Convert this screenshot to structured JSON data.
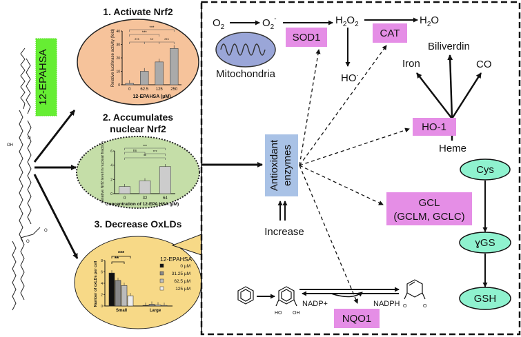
{
  "compound_label": "12-EPAHSA",
  "steps": {
    "step1": "1. Activate Nrf2",
    "step2_line1": "2. Accumulates",
    "step2_line2": "nuclear Nrf2",
    "step3": "3. Decrease OxLDs"
  },
  "chart_data": [
    {
      "type": "bar",
      "ylabel": "Relative luciferase activity (fold)",
      "xlabel": "12-EPAHSA (µM)",
      "categories": [
        "0",
        "62.5",
        "125",
        "250"
      ],
      "values": [
        1,
        10,
        17,
        27
      ],
      "ylim": [
        0,
        40
      ],
      "yticks": [
        "0",
        "10",
        "20",
        "30",
        "40"
      ],
      "significance": [
        "***",
        "***",
        "***",
        "**",
        "***"
      ],
      "bar_color": "#aaaaaa"
    },
    {
      "type": "bar",
      "ylabel": "Relative Nrf2 level in nuclear fraction",
      "xlabel": "Concentration of 12-EPA HSA (µM)",
      "categories": [
        "0",
        "32",
        "64"
      ],
      "values": [
        1.0,
        1.8,
        3.8
      ],
      "ylim": [
        0,
        6
      ],
      "yticks": [
        "0",
        "2",
        "4",
        "6"
      ],
      "significance": [
        "ns",
        "***",
        "**",
        "***"
      ],
      "bar_color": "#cccccc"
    },
    {
      "type": "bar",
      "ylabel": "Number of oxLDs per cell",
      "categories": [
        "Small",
        "Large"
      ],
      "series": [
        {
          "name": "0 µM",
          "values": [
            5.8,
            0.1
          ],
          "color": "#111111"
        },
        {
          "name": "31.25 µM",
          "values": [
            4.5,
            0.3
          ],
          "color": "#888888"
        },
        {
          "name": "62.5 µM",
          "values": [
            3.6,
            0.2
          ],
          "color": "#bbbbbb"
        },
        {
          "name": "125 µM",
          "values": [
            1.8,
            0.1
          ],
          "color": "#eeeeee"
        }
      ],
      "ylim": [
        0,
        8
      ],
      "yticks": [
        "0",
        "2",
        "4",
        "6",
        "8"
      ],
      "legend_title": "12-EPAHSA",
      "significance": [
        "***",
        "**"
      ]
    }
  ],
  "pathway": {
    "o2": "O",
    "o2_sub": "2",
    "superoxide": "O",
    "superoxide_sub": "2",
    "superoxide_sup": "-",
    "h2o2": "H",
    "h2o2_sub1": "2",
    "h2o2_mid": "O",
    "h2o2_sub2": "2",
    "h2o": "H",
    "h2o_sub": "2",
    "h2o_end": "O",
    "hydroxyl": "HO",
    "hydroxyl_sup": "·",
    "mitochondria": "Mitochondria",
    "sod1": "SOD1",
    "cat": "CAT",
    "iron": "Iron",
    "biliverdin": "Biliverdin",
    "co": "CO",
    "ho1": "HO-1",
    "heme": "Heme",
    "antioxidant_line1": "Antioxidant",
    "antioxidant_line2": "enzymes",
    "increase": "Increase",
    "gcl_line1": "GCL",
    "gcl_line2": "(GCLM, GCLC)",
    "cys": "Cys",
    "ygs": "ɣGS",
    "gsh": "GSH",
    "nqo1": "NQO1",
    "nadp_plus": "NADP+",
    "nadph": "NADPH",
    "ho_oh_left": "HO",
    "ho_oh_right": "OH",
    "quinone_o1": "O",
    "quinone_o2": "O"
  },
  "colors": {
    "magenta_box": "#e58ee6",
    "blue_box": "#a9c2e6",
    "teal_ellipse": "#8ff2cf",
    "green_label": "#66ee33",
    "salmon_panel": "#f6c39b",
    "green_panel": "#c5dea8",
    "yellow_panel": "#f7d987",
    "mito_fill": "#9aa6d8"
  }
}
